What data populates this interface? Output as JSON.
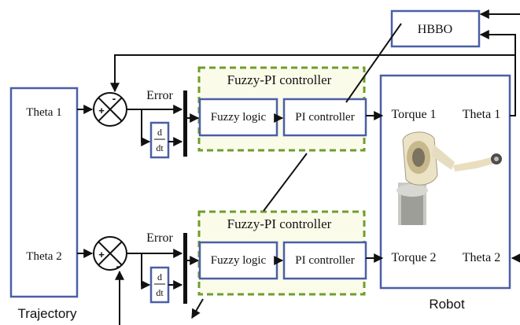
{
  "colors": {
    "block_border": "#4a5fa6",
    "controller_border": "#6f9e2c",
    "controller_fill": "#fbfbea",
    "wire": "#111111"
  },
  "trajectory": {
    "label": "Trajectory",
    "output1": "Theta 1",
    "output2": "Theta 2"
  },
  "optimizer": {
    "label": "HBBO"
  },
  "robot": {
    "label": "Robot",
    "torque1": "Torque 1",
    "torque2": "Torque 2",
    "theta1": "Theta 1",
    "theta2": "Theta 2"
  },
  "loops": [
    {
      "controller_title": "Fuzzy-PI controller",
      "fuzzy_label": "Fuzzy logic",
      "pi_label": "PI controller",
      "error_label": "Error",
      "derivative_num": "d",
      "derivative_den": "dt",
      "sum_plus": "+",
      "sum_minus": "-"
    },
    {
      "controller_title": "Fuzzy-PI controller",
      "fuzzy_label": "Fuzzy logic",
      "pi_label": "PI controller",
      "error_label": "Error",
      "derivative_num": "d",
      "derivative_den": "dt",
      "sum_plus": "+",
      "sum_minus": "-"
    }
  ]
}
